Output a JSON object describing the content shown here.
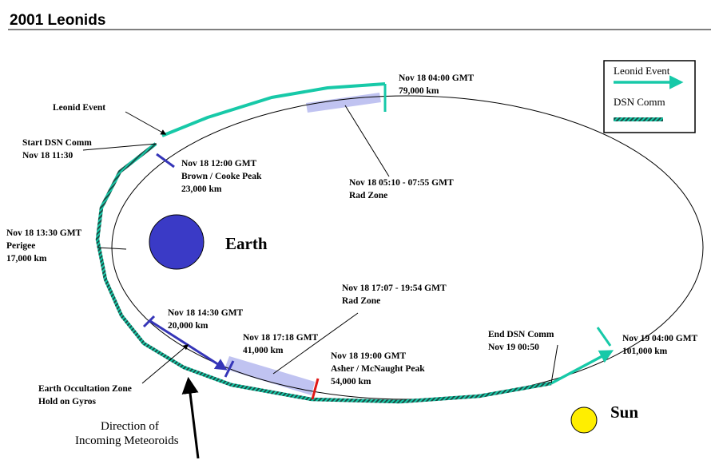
{
  "title": "2001 Leonids",
  "legend": {
    "event_label": "Leonid Event",
    "dsn_label": "DSN Comm",
    "event_color": "#17c9a8",
    "dsn_color": "#1d6b60"
  },
  "colors": {
    "rad_zone": "#b9bdf0",
    "attitude_mark": "#3535b8",
    "peak_mark": "#e01818",
    "earth": "#3a3ac6",
    "sun": "#ffee00"
  },
  "bodies": {
    "earth": "Earth",
    "sun": "Sun"
  },
  "labels": {
    "leonid_event": "Leonid Event",
    "start_dsn_1": "Start DSN Comm",
    "start_dsn_2": "Nov 18 11:30",
    "t1200_1": "Nov 18  12:00 GMT",
    "t1200_2": "Brown / Cooke Peak",
    "t1200_3": "23,000 km",
    "perigee_1": "Nov 18 13:30 GMT",
    "perigee_2": "Perigee",
    "perigee_3": "17,000 km",
    "t0400_1": "Nov 18  04:00 GMT",
    "t0400_2": "79,000 km",
    "rad1_1": "Nov 18  05:10 - 07:55 GMT",
    "rad1_2": "Rad Zone",
    "rad2_1": "Nov 18  17:07 - 19:54 GMT",
    "rad2_2": "Rad Zone",
    "t1430_1": "Nov 18  14:30 GMT",
    "t1430_2": "20,000 km",
    "t1718_1": "Nov 18  17:18 GMT",
    "t1718_2": "41,000 km",
    "t1900_1": "Nov 18  19:00 GMT",
    "t1900_2": "Asher / McNaught Peak",
    "t1900_3": "54,000 km",
    "end_dsn_1": "End DSN Comm",
    "end_dsn_2": "Nov 19 00:50",
    "nov19_1": "Nov 19  04:00 GMT",
    "nov19_2": "101,000 km",
    "occult_1": "Earth Occultation Zone",
    "occult_2": "Hold on Gyros",
    "direction_1": "Direction of",
    "direction_2": "Incoming Meteoroids"
  }
}
